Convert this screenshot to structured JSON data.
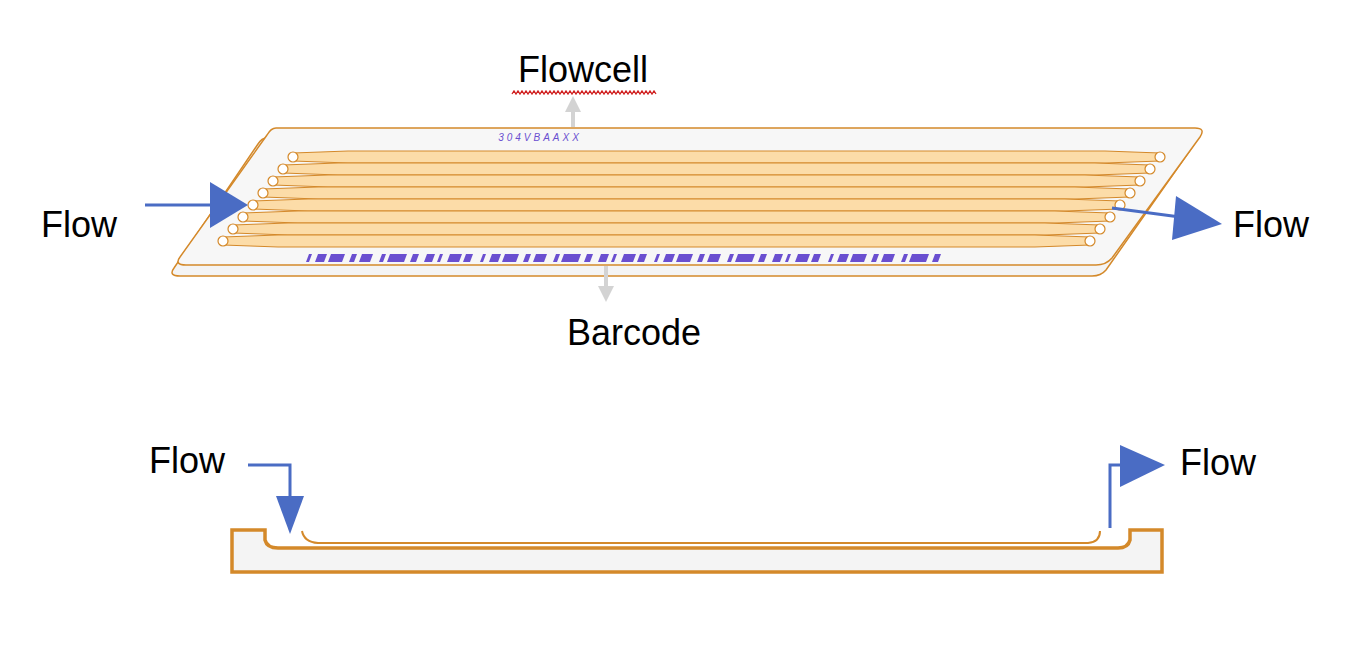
{
  "diagram": {
    "labels": [
      "Flowcell",
      "304VBAAXX",
      "Flow",
      "Flow",
      "Barcode",
      "Flow",
      "Flow"
    ]
  }
}
